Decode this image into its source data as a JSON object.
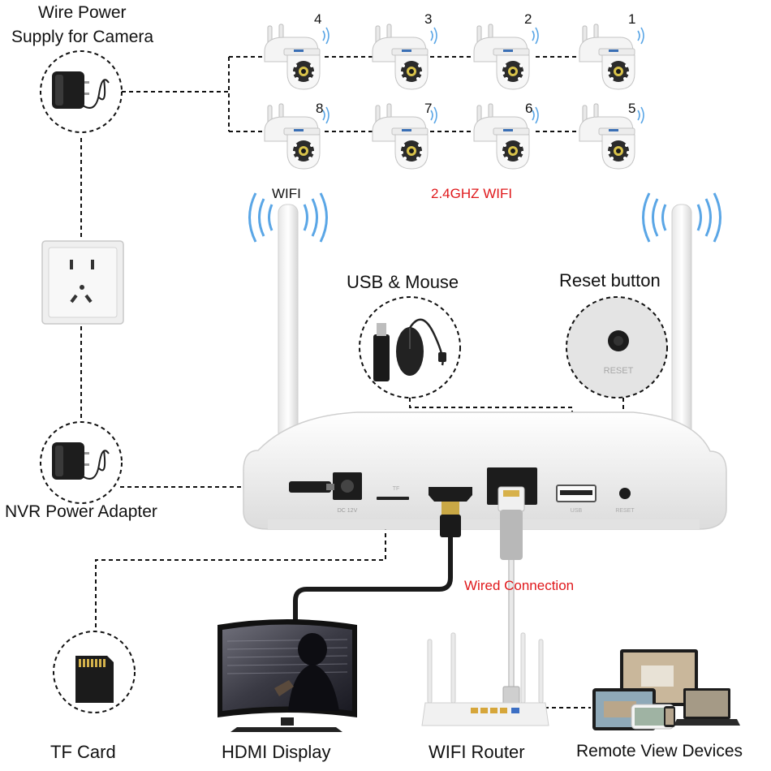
{
  "labels": {
    "wire_power_line1": "Wire Power",
    "wire_power_line2": "Supply for Camera",
    "wifi": "WIFI",
    "wifi_band": "2.4GHZ WIFI",
    "usb_mouse": "USB & Mouse",
    "reset_button": "Reset button",
    "nvr_power_adapter": "NVR Power Adapter",
    "wired_connection": "Wired Connection",
    "tf_card": "TF Card",
    "hdmi_display": "HDMI Display",
    "wifi_router": "WIFI Router",
    "remote_view_devices": "Remote View Devices"
  },
  "cameras": [
    {
      "number": "4"
    },
    {
      "number": "3"
    },
    {
      "number": "2"
    },
    {
      "number": "1"
    },
    {
      "number": "8"
    },
    {
      "number": "7"
    },
    {
      "number": "6"
    },
    {
      "number": "5"
    }
  ],
  "nvr_ports": {
    "dc": "DC 12V",
    "tf": "TF",
    "usb": "USB",
    "reset": "RESET"
  },
  "reset_zoom_text": "RESET",
  "colors": {
    "accent_red": "#e0181b",
    "wifi_blue": "#5aa6e6",
    "device_white": "#f2f2f2",
    "line_black": "#111111"
  }
}
